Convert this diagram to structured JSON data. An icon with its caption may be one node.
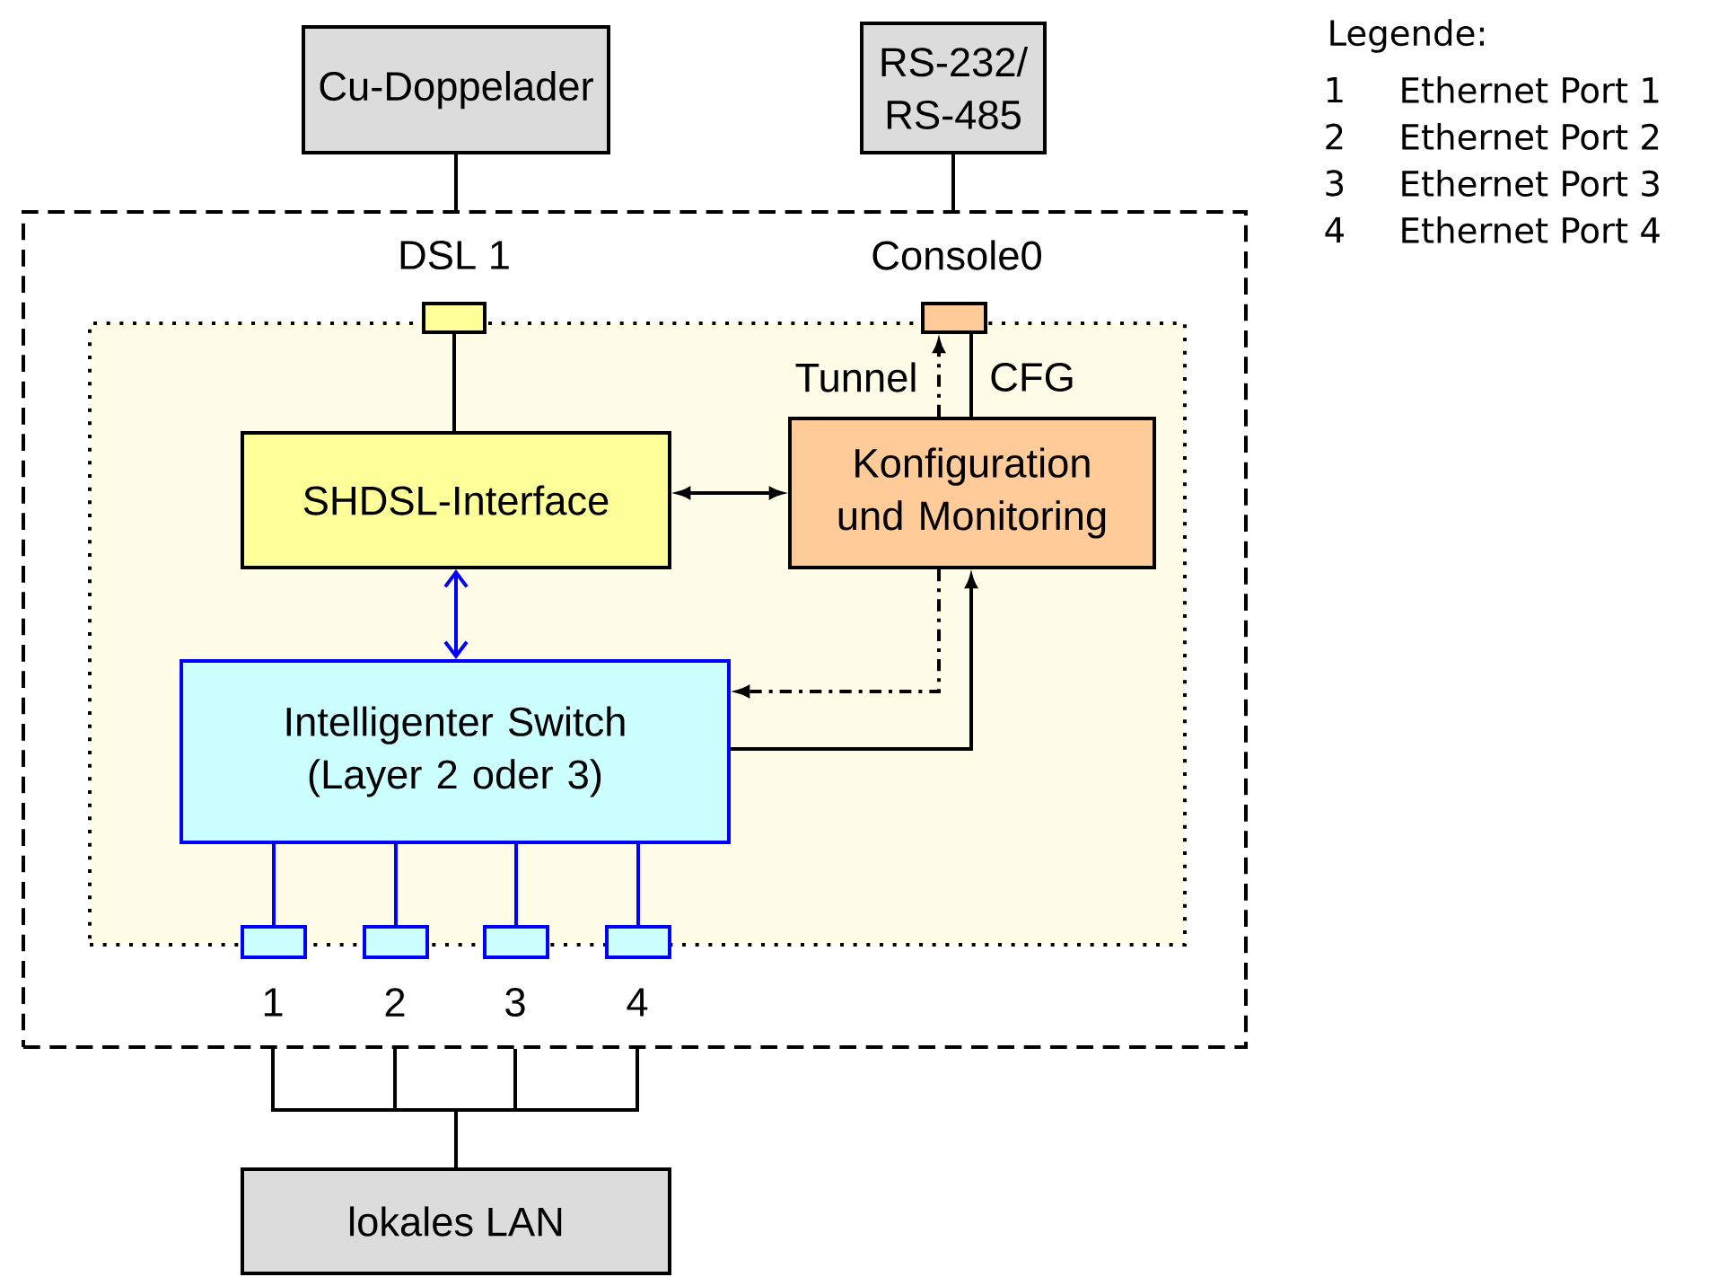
{
  "diagram": {
    "nodes": [
      {
        "text": [
          "Cu-Doppelader"
        ]
      },
      {
        "text": [
          "RS-232/ RS-485"
        ]
      },
      {
        "text": [],
        "shape": "box"
      },
      {
        "text": [],
        "shape": "box",
        "in": 2
      },
      {
        "text": [],
        "shape": "box",
        "in": 2,
        "beside": [
          "DSL 1"
        ]
      },
      {
        "text": [],
        "shape": "box",
        "in": 2,
        "beside": [
          "Console0"
        ]
      },
      {
        "text": [
          "SHDSL-Interface"
        ],
        "in": 3
      },
      {
        "text": [
          "Konfiguration und Monitoring"
        ],
        "in": 3
      },
      {
        "text": [
          "Intelligenter Switch (Layer 2 oder 3)"
        ],
        "in": 3
      },
      {
        "text": [],
        "shape": "box",
        "in": 2,
        "beside": [
          "1"
        ]
      },
      {
        "text": [],
        "shape": "box",
        "in": 2,
        "beside": [
          "2"
        ]
      },
      {
        "text": [],
        "shape": "box",
        "in": 2,
        "beside": [
          "3"
        ]
      },
      {
        "text": [],
        "shape": "box",
        "in": 2,
        "beside": [
          "4"
        ]
      },
      {
        "text": [
          "lokales LAN"
        ]
      }
    ],
    "edges": [
      {
        "from": 0,
        "to": 2,
        "arrow": "none"
      },
      {
        "from": 1,
        "to": 2,
        "arrow": "none"
      },
      {
        "from": 4,
        "to": 6,
        "arrow": "none"
      },
      {
        "from": 6,
        "to": 7,
        "arrow": "both"
      },
      {
        "from": 6,
        "to": 8,
        "arrow": "both",
        "color": "#0000ff"
      },
      {
        "from": 7,
        "to": 5,
        "arrow": "to",
        "style": "dashed",
        "label": "Tunnel"
      },
      {
        "from": 7,
        "to": 5,
        "arrow": "none",
        "label": "CFG"
      },
      {
        "from": 7,
        "to": 8,
        "arrow": "to",
        "style": "dashed"
      },
      {
        "from": 8,
        "to": 7,
        "arrow": "to"
      },
      {
        "from": 8,
        "to": 9,
        "arrow": "none",
        "color": "#0000ff"
      },
      {
        "from": 8,
        "to": 10,
        "arrow": "none",
        "color": "#0000ff"
      },
      {
        "from": 8,
        "to": 11,
        "arrow": "none",
        "color": "#0000ff"
      },
      {
        "from": 8,
        "to": 12,
        "arrow": "none",
        "color": "#0000ff"
      },
      {
        "from": 2,
        "to": 13,
        "arrow": "none"
      }
    ],
    "labels": [
      "Legende:",
      "1",
      "Ethernet Port 1",
      "2",
      "Ethernet Port 2",
      "3",
      "Ethernet Port 3",
      "4",
      "Ethernet Port 4"
    ]
  }
}
